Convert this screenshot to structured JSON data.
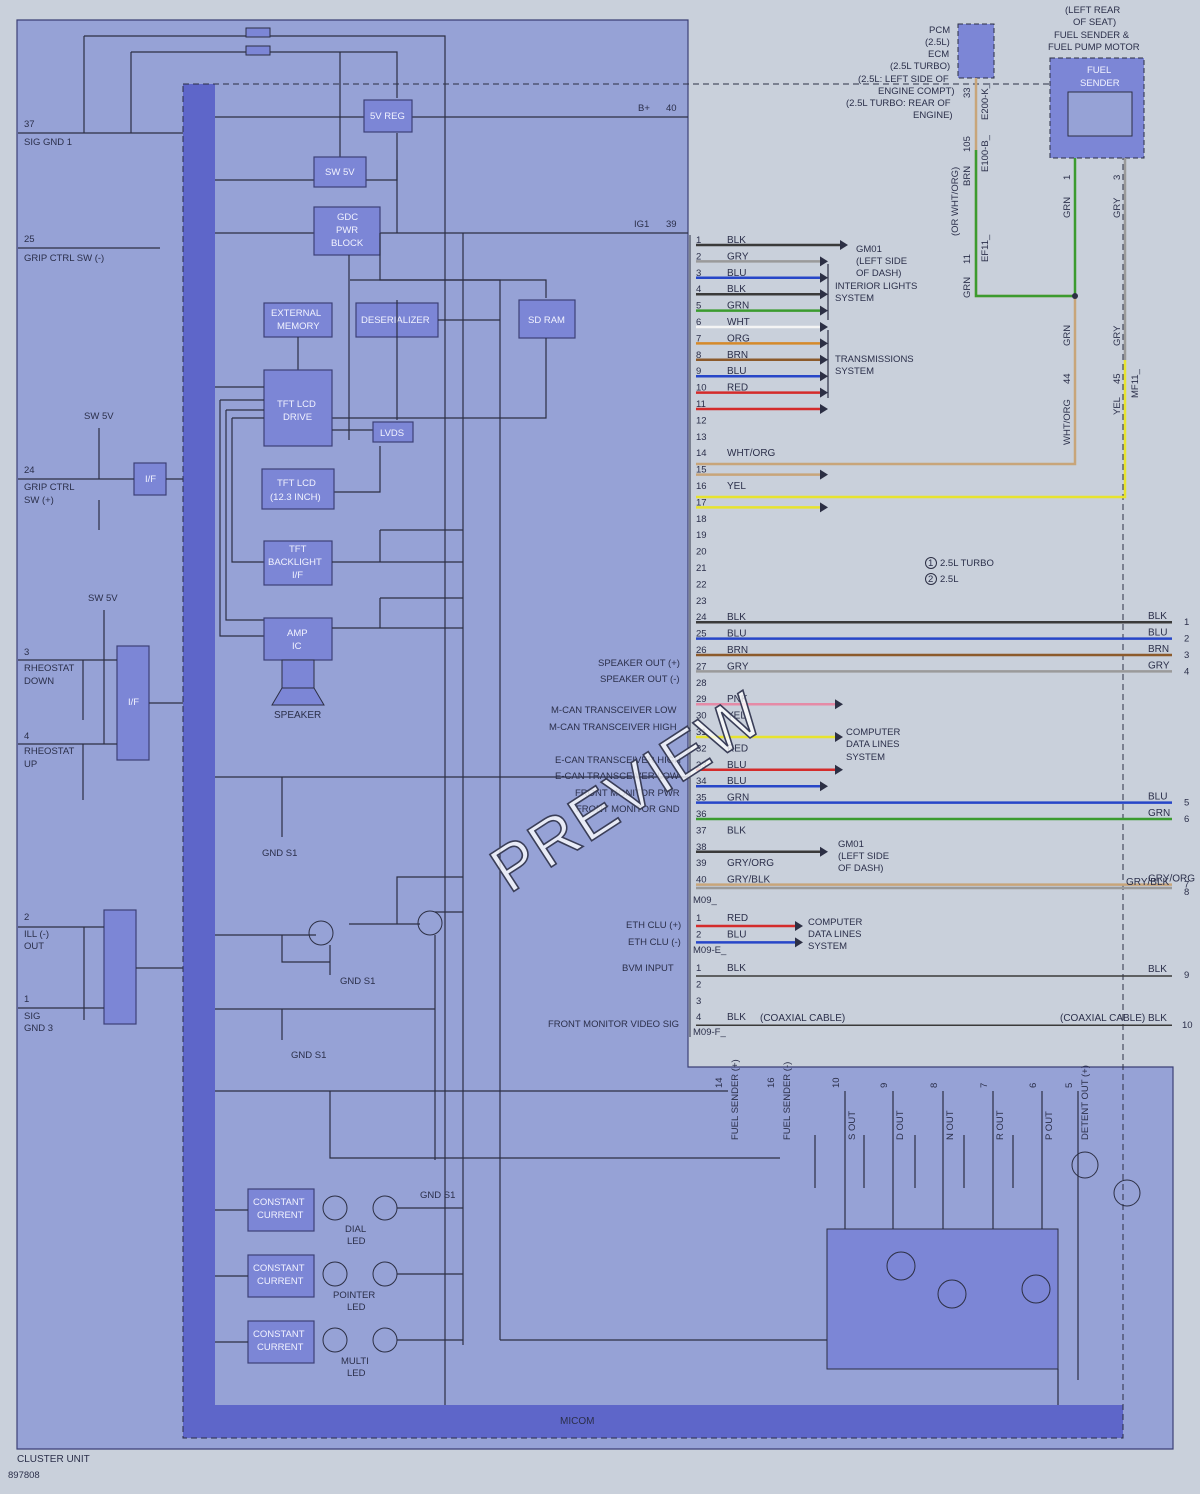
{
  "diagram": {
    "title": "CLUSTER UNIT",
    "code": "897808",
    "watermark": "PREVIEW",
    "micom_label": "MICOM",
    "colors": {
      "background": "#c9d0db",
      "cluster_fill": "#96a2d6",
      "micom_bar": "#5e66c9",
      "box_fill": "#7c86d6",
      "wire_blk": "#3a3a3a",
      "wire_gry": "#9a9a9a",
      "wire_blu": "#2746c8",
      "wire_grn": "#3b9b2f",
      "wire_wht": "#f4f4f4",
      "wire_org": "#d58a2b",
      "wire_brn": "#8c5a2b",
      "wire_red": "#d42b2b",
      "wire_yel": "#e7e32e",
      "wire_pnk": "#e58aa6",
      "wire_whtorg": "#c8a57a"
    },
    "blocks": {
      "reg5v": "5V REG",
      "sw5v": "SW 5V",
      "gdc_line1": "GDC",
      "gdc_line2": "PWR",
      "gdc_line3": "BLOCK",
      "extmem_line1": "EXTERNAL",
      "extmem_line2": "MEMORY",
      "deserializer": "DESERIALIZER",
      "sdram": "SD RAM",
      "tftdrive_line1": "TFT LCD",
      "tftdrive_line2": "DRIVE",
      "lvds": "LVDS",
      "tft123_line1": "TFT LCD",
      "tft123_line2": "(12.3 INCH)",
      "tftbl_line1": "TFT",
      "tftbl_line2": "BACKLIGHT",
      "tftbl_line3": "I/F",
      "amp_line1": "AMP",
      "amp_line2": "IC",
      "speaker": "SPEAKER",
      "if1": "I/F",
      "if2": "I/F",
      "cc": "CONSTANT",
      "cc2": "CURRENT",
      "dial_led_1": "DIAL",
      "dial_led_2": "LED",
      "pointer_led_1": "POINTER",
      "pointer_led_2": "LED",
      "multi_led_1": "MULTI",
      "multi_led_2": "LED"
    },
    "left_pins": {
      "p37_num": "37",
      "p37_name": "SIG GND 1",
      "p25_num": "25",
      "p25_name": "GRIP CTRL SW (-)",
      "sw5v_a": "SW 5V",
      "p24_num": "24",
      "p24_name1": "GRIP CTRL",
      "p24_name2": "SW (+)",
      "sw5v_b": "SW 5V",
      "p3_num": "3",
      "p3_name1": "RHEOSTAT",
      "p3_name2": "DOWN",
      "p4_num": "4",
      "p4_name1": "RHEOSTAT",
      "p4_name2": "UP",
      "p2_num": "2",
      "p2_name1": "ILL (-)",
      "p2_name2": "OUT",
      "p1_num": "1",
      "p1_name1": "SIG",
      "p1_name2": "GND 3"
    },
    "grounds": {
      "gnd_s1": "GND S1"
    },
    "bus": {
      "bplus": "B+",
      "bplus_pin": "40",
      "ig1": "IG1",
      "ig1_pin": "39"
    },
    "connector_a_rows": [
      {
        "pin": "1",
        "color": "BLK",
        "wire": "#3a3a3a"
      },
      {
        "pin": "2",
        "color": "GRY",
        "wire": "#9a9a9a"
      },
      {
        "pin": "3",
        "color": "BLU",
        "wire": "#2746c8"
      },
      {
        "pin": "4",
        "color": "BLK",
        "wire": "#3a3a3a"
      },
      {
        "pin": "5",
        "color": "GRN",
        "wire": "#3b9b2f"
      },
      {
        "pin": "6",
        "color": "WHT",
        "wire": "#f4f4f4"
      },
      {
        "pin": "7",
        "color": "ORG",
        "wire": "#d58a2b"
      },
      {
        "pin": "8",
        "color": "BRN",
        "wire": "#8c5a2b"
      },
      {
        "pin": "9",
        "color": "BLU",
        "wire": "#2746c8"
      },
      {
        "pin": "10",
        "color": "RED",
        "wire": "#d42b2b"
      },
      {
        "pin": "11",
        "color": "",
        "wire": "#d42b2b"
      },
      {
        "pin": "12",
        "color": "",
        "wire": ""
      },
      {
        "pin": "13",
        "color": "",
        "wire": ""
      },
      {
        "pin": "14",
        "color": "WHT/ORG",
        "wire": ""
      },
      {
        "pin": "15",
        "color": "",
        "wire": "#c8a57a"
      },
      {
        "pin": "16",
        "color": "YEL",
        "wire": ""
      },
      {
        "pin": "17",
        "color": "",
        "wire": "#e7e32e"
      },
      {
        "pin": "18",
        "color": "",
        "wire": ""
      },
      {
        "pin": "19",
        "color": "",
        "wire": ""
      },
      {
        "pin": "20",
        "color": "",
        "wire": ""
      },
      {
        "pin": "21",
        "color": "",
        "wire": ""
      },
      {
        "pin": "22",
        "color": "",
        "wire": ""
      },
      {
        "pin": "23",
        "color": "",
        "wire": ""
      },
      {
        "pin": "24",
        "color": "BLK",
        "wire": "#3a3a3a",
        "right": "BLK",
        "end": "1"
      },
      {
        "pin": "25",
        "color": "BLU",
        "wire": "#2746c8",
        "right": "BLU",
        "end": "2"
      },
      {
        "pin": "26",
        "color": "BRN",
        "wire": "#8c5a2b",
        "right": "BRN",
        "end": "3"
      },
      {
        "pin": "27",
        "color": "GRY",
        "wire": "#9a9a9a",
        "right": "GRY",
        "end": "4"
      },
      {
        "pin": "28",
        "color": "",
        "wire": ""
      },
      {
        "pin": "29",
        "color": "PNK",
        "wire": "#e58aa6"
      },
      {
        "pin": "30",
        "color": "YEL",
        "wire": ""
      },
      {
        "pin": "31",
        "color": "",
        "wire": "#e7e32e"
      },
      {
        "pin": "32",
        "color": "RED",
        "wire": ""
      },
      {
        "pin": "33",
        "color": "BLU",
        "wire": "#d42b2b"
      },
      {
        "pin": "34",
        "color": "BLU",
        "wire": "#2746c8"
      },
      {
        "pin": "35",
        "color": "GRN",
        "wire": "#2746c8",
        "right": "BLU",
        "end": "5"
      },
      {
        "pin": "36",
        "color": "",
        "wire": "#3b9b2f",
        "right": "GRN",
        "end": "6"
      },
      {
        "pin": "37",
        "color": "BLK",
        "wire": ""
      },
      {
        "pin": "38",
        "color": "",
        "wire": "#3a3a3a"
      },
      {
        "pin": "39",
        "color": "GRY/ORG",
        "wire": ""
      },
      {
        "pin": "40",
        "color": "GRY/BLK",
        "wire": "#c8a57a",
        "right": "GRY/ORG",
        "end": "7"
      }
    ],
    "connector_a_id": "M09_",
    "connector_e_rows": [
      {
        "pin": "1",
        "color": "RED",
        "wire": "#d42b2b"
      },
      {
        "pin": "2",
        "color": "BLU",
        "wire": "#2746c8"
      }
    ],
    "connector_e_id": "M09-E_",
    "connector_f_rows": [
      {
        "pin": "1",
        "color": "BLK"
      },
      {
        "pin": "2",
        "color": ""
      },
      {
        "pin": "3",
        "color": ""
      },
      {
        "pin": "4",
        "color": "BLK"
      }
    ],
    "connector_f_id": "M09-F_",
    "conn_f_right_1": "BLK",
    "conn_f_end_1": "9",
    "coax_left": "(COAXIAL CABLE)",
    "coax_right": "(COAXIAL CABLE) BLK",
    "conn_f_end_4": "10",
    "gry_blk_right": "GRY/BLK",
    "gry_blk_end": "8",
    "signals": {
      "speaker_pos": "SPEAKER OUT (+)",
      "speaker_neg": "SPEAKER OUT (-)",
      "mcan_low": "M-CAN TRANSCEIVER LOW",
      "mcan_high": "M-CAN TRANSCEIVER HIGH",
      "ecan_high": "E-CAN TRANSCEIVER HIGH",
      "ecan_low": "E-CAN TRANSCEIVER LOW",
      "fm_pwr": "FRONT MONITOR PWR",
      "fm_gnd": "FRONT MONITOR GND",
      "eth_pos": "ETH CLU (+)",
      "eth_neg": "ETH CLU (-)",
      "bvm": "BVM INPUT",
      "fm_video": "FRONT MONITOR VIDEO SIG"
    },
    "destinations": {
      "gm01_a1": "GM01",
      "gm01_a2": "(LEFT SIDE",
      "gm01_a3": "OF DASH)",
      "interior1": "INTERIOR LIGHTS",
      "interior2": "SYSTEM",
      "trans1": "TRANSMISSIONS",
      "trans2": "SYSTEM",
      "comp1": "COMPUTER",
      "comp2": "DATA LINES",
      "comp3": "SYSTEM",
      "gm01_b1": "GM01",
      "gm01_b2": "(LEFT SIDE",
      "gm01_b3": "OF DASH)",
      "comp_b1": "COMPUTER",
      "comp_b2": "DATA LINES",
      "comp_b3": "SYSTEM"
    },
    "top_right": {
      "pcm_1": "PCM",
      "pcm_2": "(2.5L)",
      "pcm_3": "ECM",
      "pcm_4": "(2.5L TURBO)",
      "pcm_5": "(2.5L: LEFT SIDE OF",
      "pcm_6": "ENGINE COMPT)",
      "pcm_7": "(2.5L TURBO: REAR OF",
      "pcm_8": "ENGINE)",
      "fuel_1": "(LEFT REAR",
      "fuel_2": "OF SEAT)",
      "fuel_3": "FUEL SENDER &",
      "fuel_4": "FUEL PUMP MOTOR",
      "sender_1": "FUEL",
      "sender_2": "SENDER",
      "pin33": "33",
      "e200k": "E200-K_",
      "pin105": "105",
      "e100b": "E100-B_",
      "brn": "BRN",
      "orwhtorg": "(OR WHT/ORG)",
      "pin11": "11",
      "ef11": "EF11_",
      "grn_v": "GRN",
      "grn_v2": "GRN",
      "grn_v3": "GRN",
      "gry_v": "GRY",
      "gry_v2": "GRY",
      "pin1": "1",
      "pin3": "3",
      "pin44": "44",
      "pin45": "45",
      "mf11": "MF11_",
      "whtorg_v": "WHT/ORG",
      "yel_v": "YEL",
      "legend_1": "2.5L TURBO",
      "legend_2": "2.5L",
      "c1": "1",
      "c2": "2"
    },
    "bottom_pins": [
      {
        "num": "14",
        "name": "FUEL SENDER (+)"
      },
      {
        "num": "16",
        "name": "FUEL SENDER (-)"
      },
      {
        "num": "10",
        "name": "S OUT"
      },
      {
        "num": "9",
        "name": "D OUT"
      },
      {
        "num": "8",
        "name": "N OUT"
      },
      {
        "num": "7",
        "name": "R OUT"
      },
      {
        "num": "6",
        "name": "P OUT"
      },
      {
        "num": "5",
        "name": "DETENT OUT (+)"
      }
    ]
  }
}
